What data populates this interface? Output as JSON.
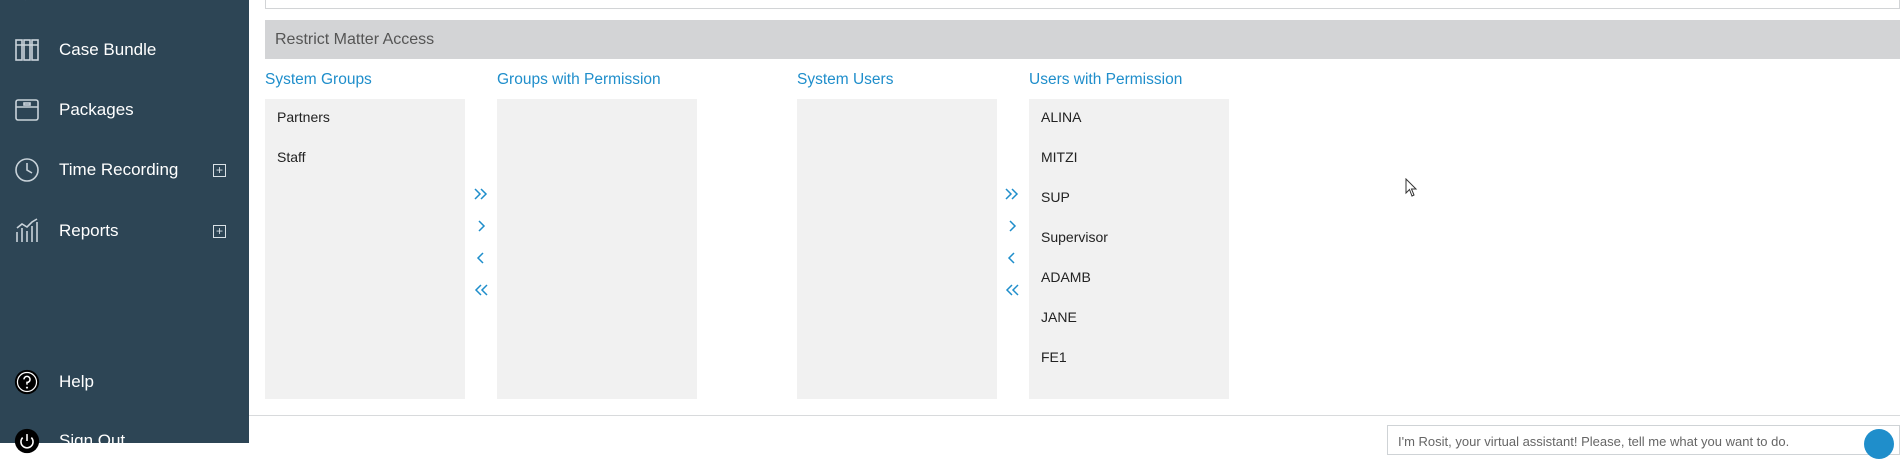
{
  "sidebar": {
    "items": [
      {
        "label": "Case Bundle",
        "icon": "binders-icon",
        "expandable": false
      },
      {
        "label": "Packages",
        "icon": "package-icon",
        "expandable": false
      },
      {
        "label": "Time Recording",
        "icon": "clock-icon",
        "expandable": true
      },
      {
        "label": "Reports",
        "icon": "chart-icon",
        "expandable": true
      },
      {
        "label": "Help",
        "icon": "help-icon",
        "expandable": false
      },
      {
        "label": "Sign Out",
        "icon": "power-icon",
        "expandable": false
      }
    ],
    "expand_symbol": "+"
  },
  "section": {
    "title": "Restrict Matter Access"
  },
  "groups": {
    "system_title": "System Groups",
    "permission_title": "Groups with Permission",
    "system_items": [
      "Partners",
      "Staff"
    ],
    "permission_items": []
  },
  "users": {
    "system_title": "System Users",
    "permission_title": "Users with Permission",
    "system_items": [],
    "permission_items": [
      "ALINA",
      "MITZI",
      "SUP",
      "Supervisor",
      "ADAMB",
      "JANE",
      "FE1"
    ]
  },
  "arrows": {
    "add_all": "≫",
    "add": "›",
    "remove": "‹",
    "remove_all": "≪"
  },
  "chat": {
    "text": "I'm Rosit, your virtual assistant! Please, tell me what you want to do."
  },
  "colors": {
    "sidebar_bg": "#2d4555",
    "accent": "#1f8ecb",
    "list_bg": "#f1f1f1",
    "header_bg": "#d3d4d6"
  }
}
